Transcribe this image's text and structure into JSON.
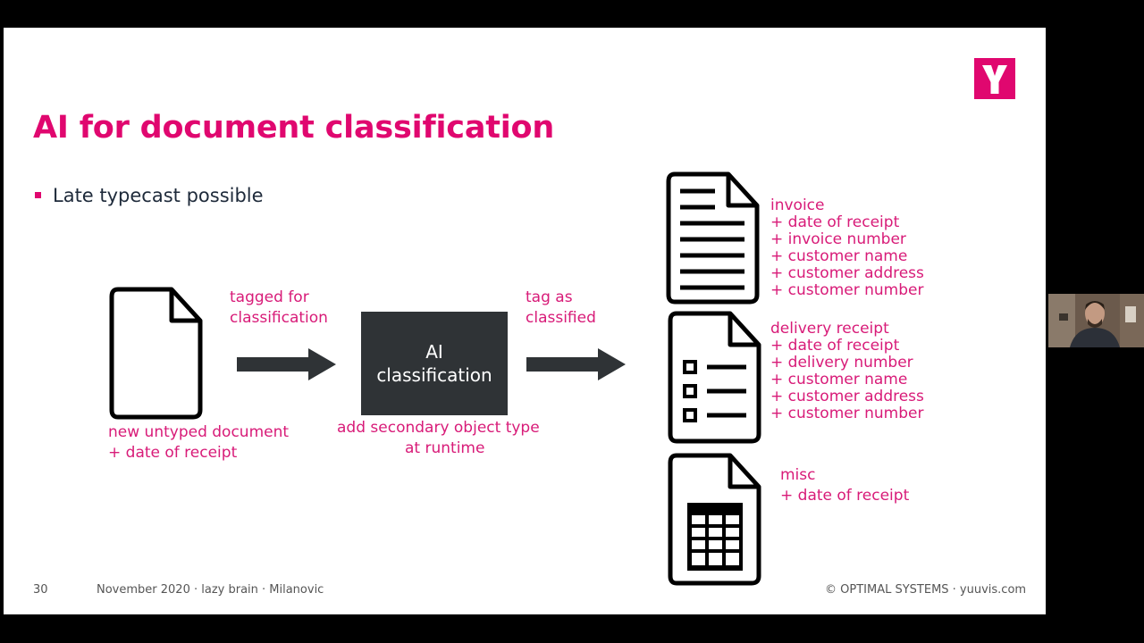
{
  "slide": {
    "title": "AI for document classification",
    "bullet": "Late typecast possible",
    "page_number": "30",
    "footer_left": "November 2020 · lazy brain · Milanovic",
    "footer_right": "© OPTIMAL SYSTEMS  ·  yuuvis.com"
  },
  "diagram": {
    "untyped_label": [
      "new untyped document",
      "+ date of receipt"
    ],
    "arrow1_label": [
      "tagged for",
      "classification"
    ],
    "ai_box": [
      "AI",
      "classification"
    ],
    "ai_sub_label": [
      "add secondary object type",
      "at runtime"
    ],
    "arrow2_label": [
      "tag as",
      "classified"
    ],
    "invoice_fields": [
      "invoice",
      "+ date of receipt",
      "+ invoice number",
      "+ customer name",
      "+ customer address",
      "+ customer number"
    ],
    "delivery_fields": [
      "delivery receipt",
      "+ date of receipt",
      "+ delivery number",
      "+ customer name",
      "+ customer address",
      "+ customer number"
    ],
    "misc_fields": [
      "misc",
      "+ date of receipt"
    ]
  },
  "colors": {
    "accent": "#e0076f",
    "dark_box": "#2f3336"
  },
  "icons": {
    "logo": "yuuvis-logo",
    "webcam": "webcam-thumbnail"
  }
}
